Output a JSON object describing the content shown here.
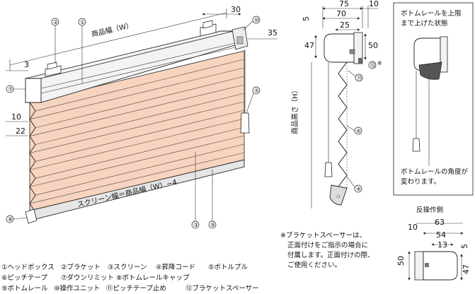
{
  "front_view": {
    "product_width_label": "商品幅（W）",
    "screen_width_label": "スクリーン幅＝商品幅（W）−4",
    "dims": {
      "top_depth": "30",
      "side_depth": "35",
      "left_offset": "3",
      "pleat_pitch": "10",
      "pleat_depth": "22"
    },
    "callouts": [
      "①",
      "②",
      "⑦",
      "⑤",
      "⑩",
      "⑧",
      "③",
      "⑨"
    ]
  },
  "side_view": {
    "height_label": "商品高さ（H）",
    "dims": {
      "w75": "75",
      "w10": "10",
      "w70": "70",
      "w25": "25",
      "h5": "5",
      "h47": "47",
      "h50": "50"
    },
    "callouts": [
      "⑪",
      "⑫",
      "⑥",
      "④"
    ],
    "note_mark": "※",
    "note_lines": [
      "※ブラケットスペーサーは、",
      "正面付けをご指示の場合に",
      "付属します。正面付けの際、",
      "ご使用ください。"
    ]
  },
  "raised_state": {
    "caption_lines": [
      "ボトムレールを上限",
      "まで上げた状態"
    ],
    "angle_note_lines": [
      "ボトムレールの角度が",
      "変わります。"
    ]
  },
  "reverse_operation": {
    "title": "反操作側",
    "dims": {
      "w10": "10",
      "w63": "63",
      "w54": "54",
      "w13": "13",
      "h5": "5",
      "h50": "50",
      "h47": "47"
    }
  },
  "legend": {
    "row1": [
      "①ヘッドボックス",
      "②ブラケット",
      "③スクリーン",
      "④昇降コード",
      "⑤ボトルプル"
    ],
    "row2": [
      "⑥ピッチテープ",
      "⑦ダウンリミット",
      "⑧ボトムレールキャップ"
    ],
    "row3": [
      "⑨ボトムレール",
      "⑩操作ユニット",
      "⑪ピッチテープ止め",
      "⑫ブラケットスペーサー"
    ]
  },
  "colors": {
    "screen_fill": "#f7d4bf",
    "line": "#222222",
    "rail": "#e6e6e6"
  }
}
